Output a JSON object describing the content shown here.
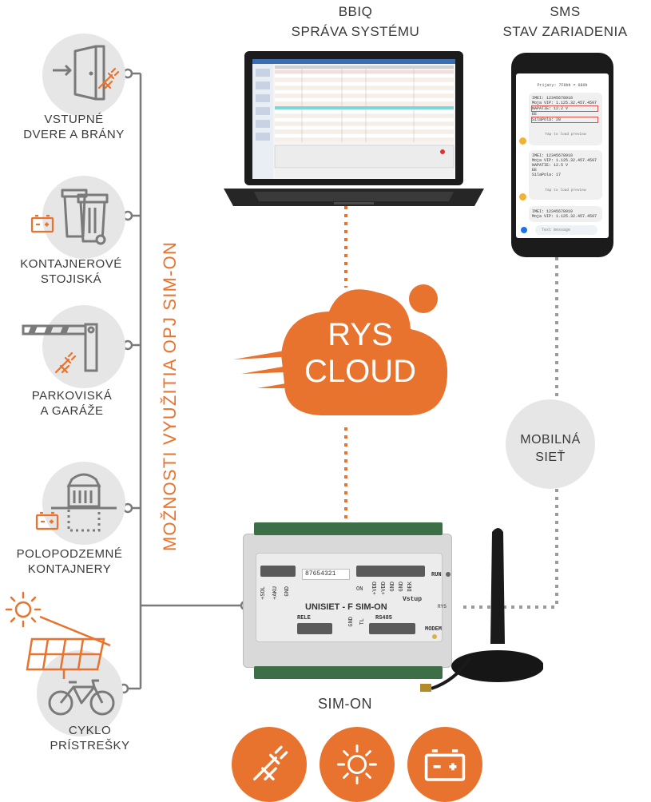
{
  "headers": {
    "bbiq_line1": "BBIQ",
    "bbiq_line2": "SPRÁVA SYSTÉMU",
    "sms_line1": "SMS",
    "sms_line2": "STAV ZARIADENIA"
  },
  "vertical_title": "MOŽNOSTI VYUŽITIA OPJ SIM-ON",
  "use_cases": [
    {
      "line1": "VSTUPNÉ",
      "line2": "DVERE A BRÁNY"
    },
    {
      "line1": "KONTAJNEROVÉ",
      "line2": "STOJISKÁ"
    },
    {
      "line1": "PARKOVISKÁ",
      "line2": "A GARÁŽE"
    },
    {
      "line1": "POLOPODZEMNÉ",
      "line2": "KONTAJNERY"
    },
    {
      "line1": "CYKLO",
      "line2": "PRÍSTREŠKY"
    }
  ],
  "cloud": {
    "line1": "RYS",
    "line2": "CLOUD"
  },
  "network": {
    "line1": "MOBILNÁ",
    "line2": "SIEŤ"
  },
  "device": {
    "name": "SIM-ON",
    "front_title": "UNISIET - F  SIM-ON",
    "digits": "87654321",
    "left_terminals": [
      "+SOL",
      "+AKU",
      "GND"
    ],
    "right_terminals": [
      "ON",
      "+VDD",
      "+VDD",
      "GND",
      "GND",
      "DEK"
    ],
    "rele": "RELE",
    "rs485": "RS485",
    "run": "RUN",
    "modem": "MODEM",
    "bottom_terminals": [
      "GND",
      "TL"
    ],
    "vstup": "Vstup",
    "brand": "RYS"
  },
  "phone": {
    "header": "Prijaty: 7F8bb = 080b",
    "messages": [
      {
        "lines": [
          "IMEI: 12345678910",
          "Moja VIP: 1.125.32.457.4597",
          "NAPATIE: 12.2 V",
          "EE",
          "SilaPola: 20"
        ],
        "tap": "Tap to load preview"
      },
      {
        "lines": [
          "IMEI: 12345678910",
          "Moja VIP: 1.125.32.457.4597",
          "NAPATIE: 12.5 V",
          "EE",
          "SilaPola: 17"
        ],
        "tap": "Tap to load preview"
      },
      {
        "lines": [
          "IMEI: 12345678910",
          "Moja VIP: 1.125.32.457.4597"
        ],
        "tap": ""
      }
    ],
    "input_placeholder": "Text message"
  },
  "laptop": {
    "window_title": "Udalosti"
  },
  "colors": {
    "accent": "#e8732e",
    "circle": "#e6e6e6",
    "text": "#3a3a3a",
    "line": "#7a7a7a",
    "dots": "#9a9a9a"
  },
  "icons": {
    "door": "door-icon",
    "plug": "plug-icon",
    "battery": "battery-icon",
    "bins": "waste-bins-icon",
    "barrier": "parking-barrier-icon",
    "underground_bin": "underground-container-icon",
    "sun": "sun-icon",
    "solar_panel": "solar-panel-icon",
    "bicycle": "bicycle-icon"
  }
}
